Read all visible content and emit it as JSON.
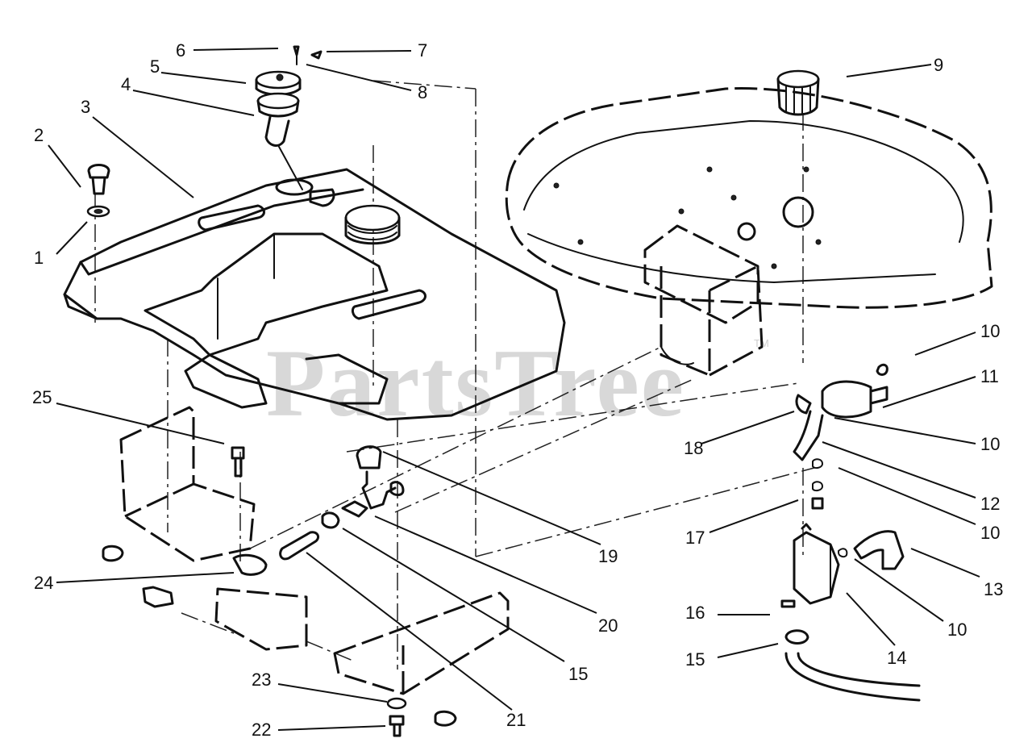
{
  "watermark": {
    "text": "PartsTree",
    "trademark": "TM"
  },
  "callouts": [
    {
      "id": "c1",
      "label": "1"
    },
    {
      "id": "c2",
      "label": "2"
    },
    {
      "id": "c3",
      "label": "3"
    },
    {
      "id": "c4",
      "label": "4"
    },
    {
      "id": "c5",
      "label": "5"
    },
    {
      "id": "c6",
      "label": "6"
    },
    {
      "id": "c7",
      "label": "7"
    },
    {
      "id": "c8",
      "label": "8"
    },
    {
      "id": "c9",
      "label": "9"
    },
    {
      "id": "c10a",
      "label": "10"
    },
    {
      "id": "c11",
      "label": "11"
    },
    {
      "id": "c10b",
      "label": "10"
    },
    {
      "id": "c18",
      "label": "18"
    },
    {
      "id": "c12",
      "label": "12"
    },
    {
      "id": "c10c",
      "label": "10"
    },
    {
      "id": "c17",
      "label": "17"
    },
    {
      "id": "c13",
      "label": "13"
    },
    {
      "id": "c10d",
      "label": "10"
    },
    {
      "id": "c16",
      "label": "16"
    },
    {
      "id": "c14",
      "label": "14"
    },
    {
      "id": "c15b",
      "label": "15"
    },
    {
      "id": "c25",
      "label": "25"
    },
    {
      "id": "c19",
      "label": "19"
    },
    {
      "id": "c24",
      "label": "24"
    },
    {
      "id": "c20",
      "label": "20"
    },
    {
      "id": "c15a",
      "label": "15"
    },
    {
      "id": "c23",
      "label": "23"
    },
    {
      "id": "c21",
      "label": "21"
    },
    {
      "id": "c22",
      "label": "22"
    }
  ]
}
